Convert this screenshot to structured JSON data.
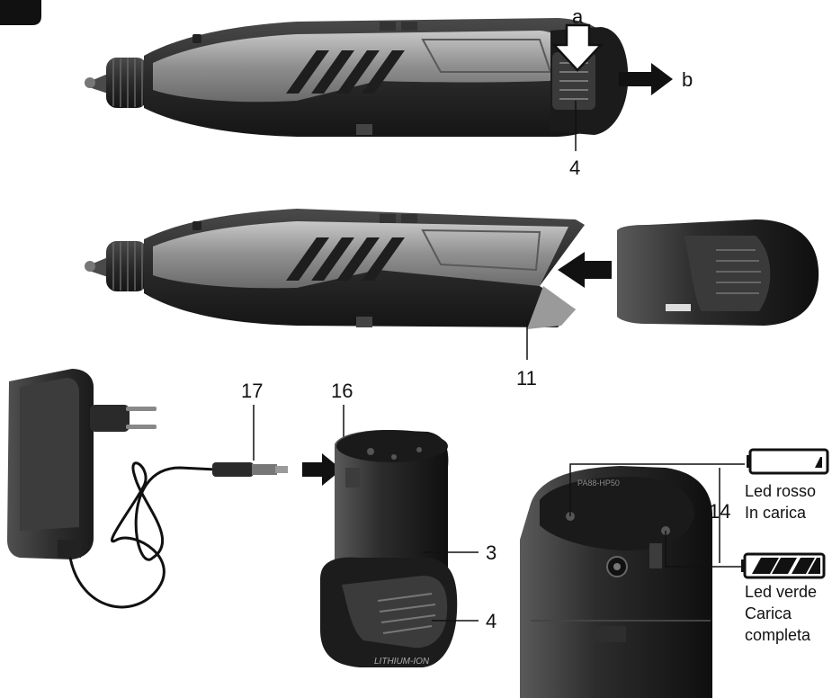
{
  "figure": {
    "callouts": {
      "a": "a",
      "b": "b",
      "battery_release": "4",
      "battery_slot": "11",
      "charge_socket": "16",
      "charger_plug": "17",
      "battery_body": "3",
      "battery_clip": "4",
      "indicator_led": "14"
    },
    "led_legend": {
      "red_label": "Led rosso",
      "red_state": "In carica",
      "green_label": "Led verde",
      "green_state_line1": "Carica",
      "green_state_line2": "completa"
    },
    "battery_marking": "LITHIUM-ION",
    "battery_model": "PA88-HP50",
    "colors": {
      "ink": "#111111",
      "body_dark": "#2b2b2b",
      "body_grey": "#8a8a8a",
      "body_light": "#b5b5b5"
    }
  }
}
